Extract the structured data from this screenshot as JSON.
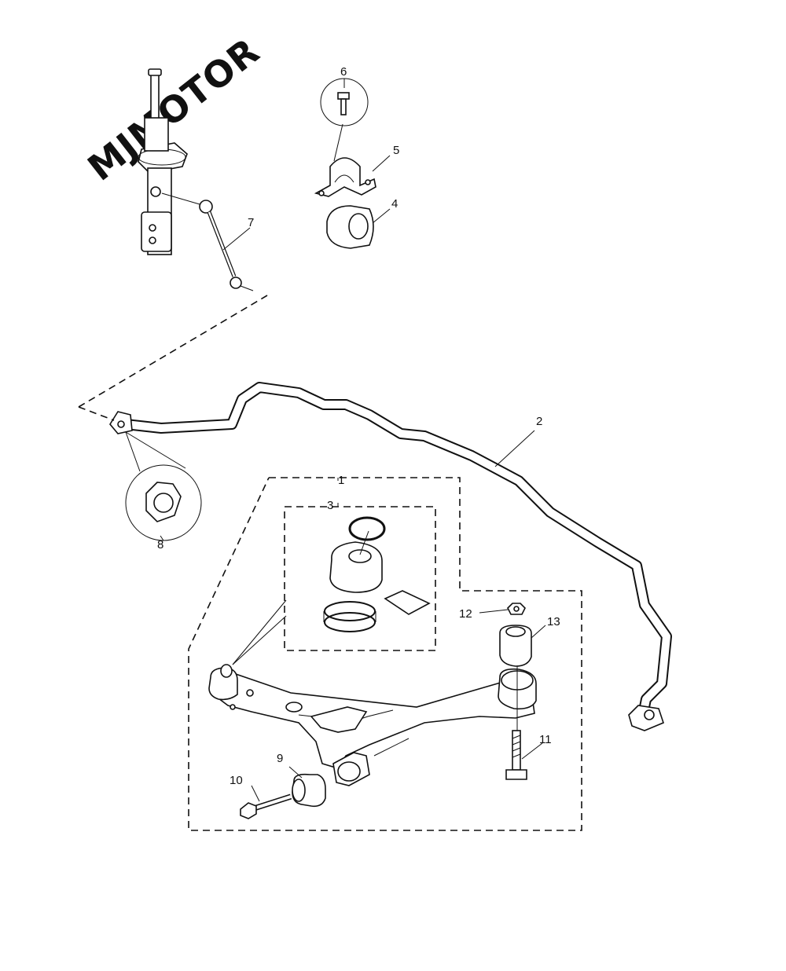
{
  "watermark": "MJMOTOR",
  "callouts": {
    "c1": "1",
    "c2": "2",
    "c3": "3",
    "c4": "4",
    "c5": "5",
    "c6": "6",
    "c7": "7",
    "c8": "8",
    "c9": "9",
    "c10": "10",
    "c11": "11",
    "c12": "12",
    "c13": "13"
  },
  "colors": {
    "line": "#111111",
    "background": "#ffffff"
  }
}
